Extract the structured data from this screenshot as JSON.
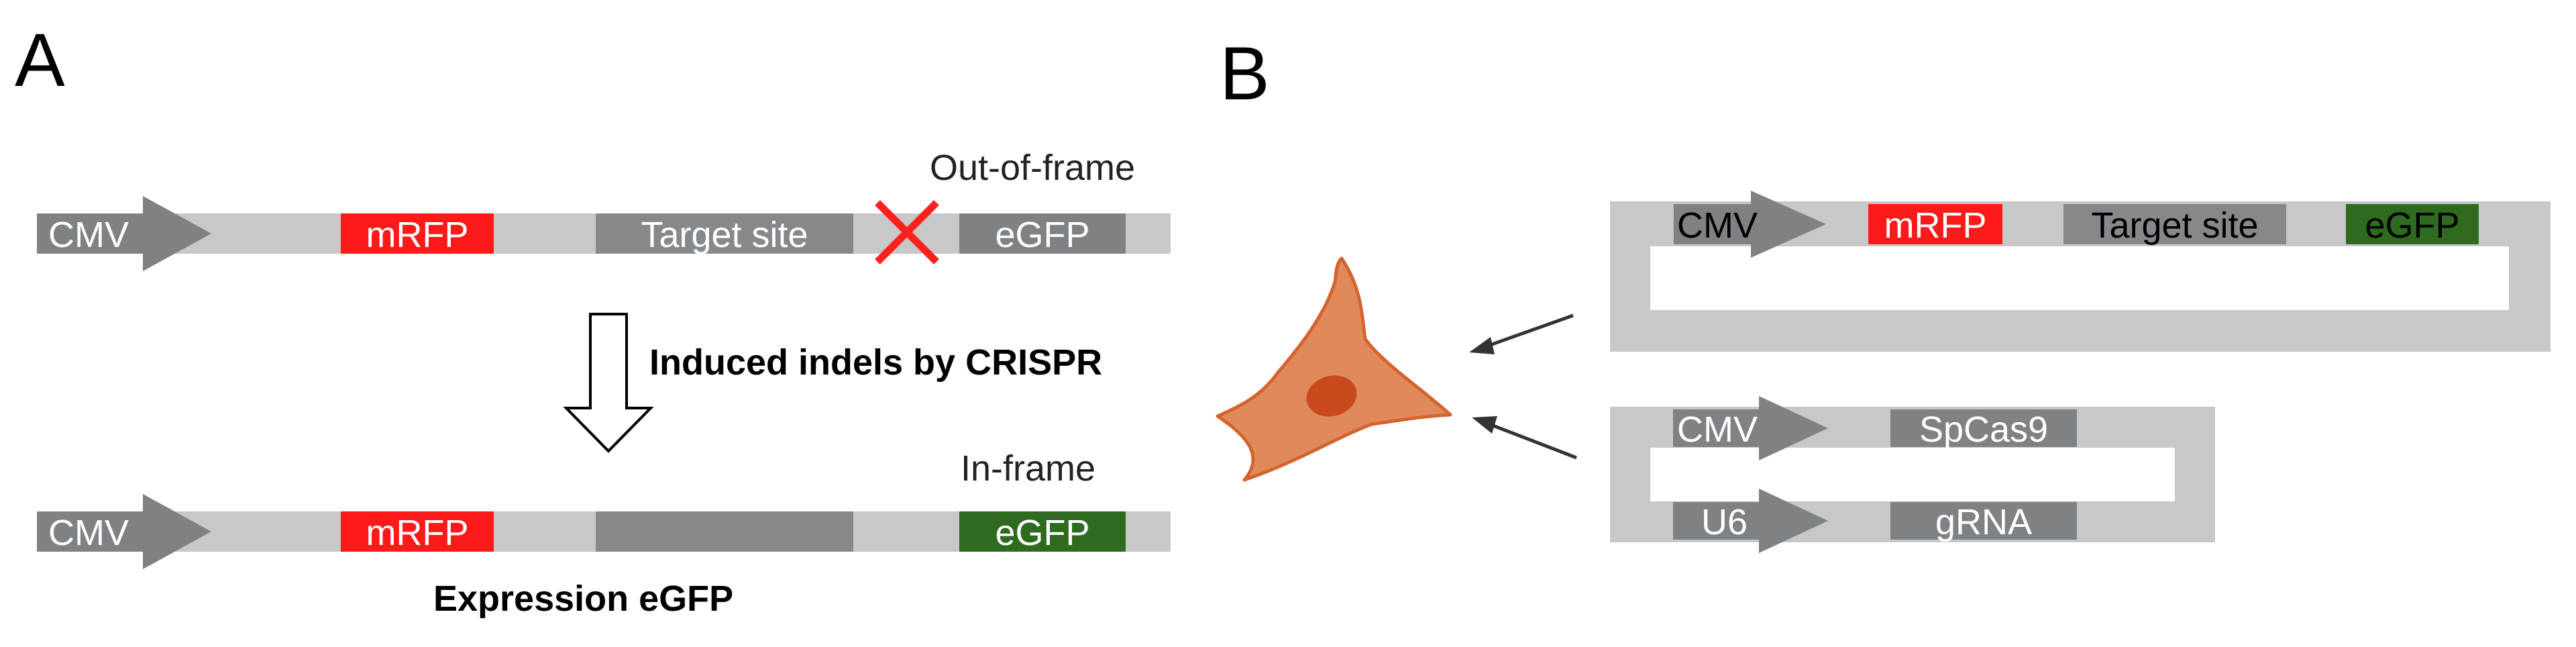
{
  "panels": {
    "a": {
      "letter": "A",
      "top_construct": {
        "promoter": "CMV",
        "reporter_1": "mRFP",
        "target": "Target site",
        "reporter_2": "eGFP",
        "frame_status": "Out-of-frame"
      },
      "arrow_caption": "Induced indels by CRISPR",
      "bottom_construct": {
        "promoter": "CMV",
        "reporter_1": "mRFP",
        "reporter_2": "eGFP",
        "frame_status": "In-frame"
      },
      "result_caption": "Expression eGFP"
    },
    "b": {
      "letter": "B",
      "reporter_plasmid": {
        "promoter": "CMV",
        "reporter_1": "mRFP",
        "target": "Target site",
        "reporter_2": "eGFP"
      },
      "cas_plasmid": {
        "promoter_1": "CMV",
        "gene_1": "SpCas9",
        "promoter_2": "U6",
        "gene_2": "gRNA"
      }
    }
  },
  "colors": {
    "backbone": "#c8c8c8",
    "element_gray": "#7f8284",
    "target_gray": "#85898b",
    "mrfp_red": "#ff1a1a",
    "egfp_green": "#2e6b1f",
    "cross_red": "#ff2020",
    "cell_fill": "#e08a5c",
    "cell_stroke": "#d4632e",
    "nucleus": "#c84a1c"
  }
}
